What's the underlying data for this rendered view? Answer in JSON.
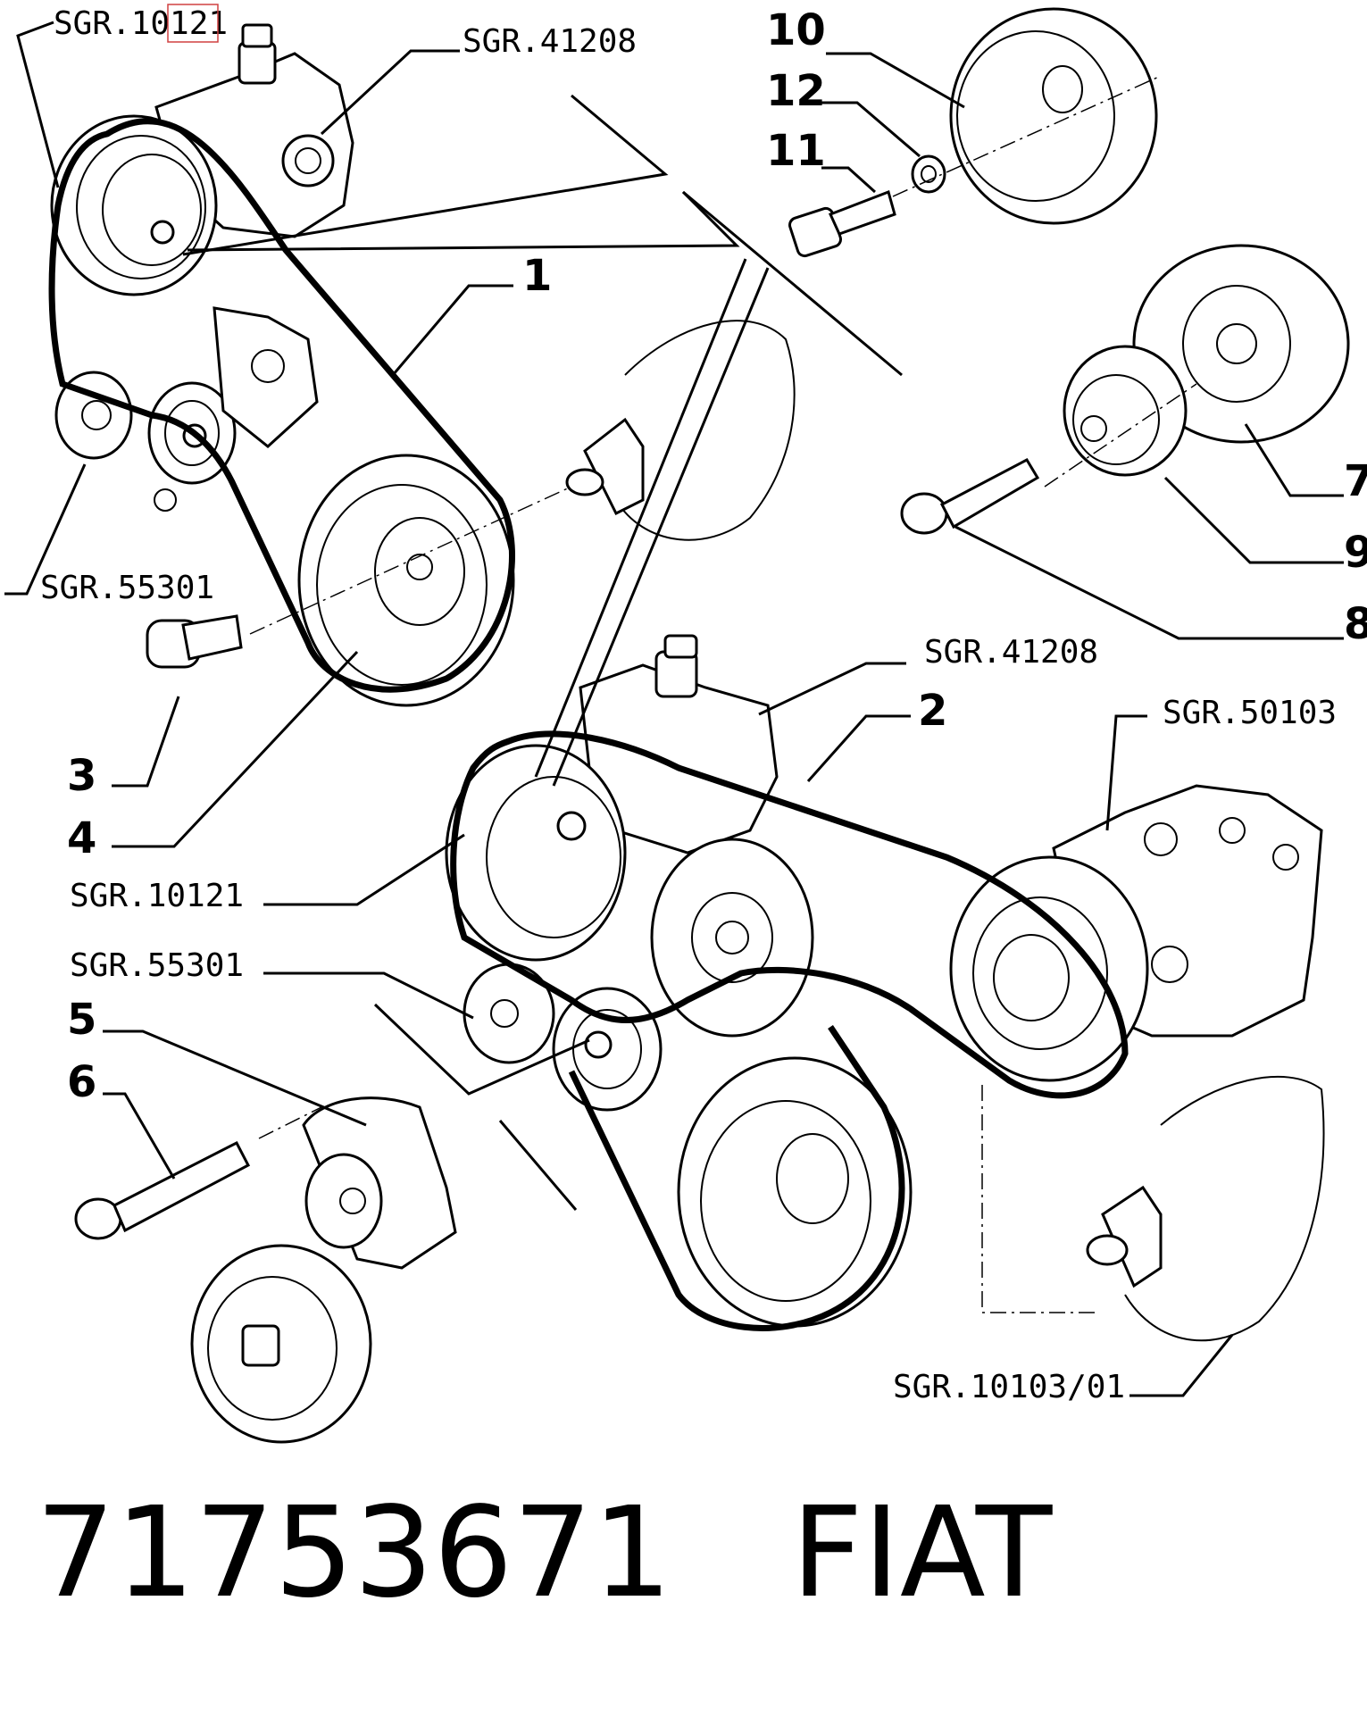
{
  "refs": {
    "sgr_10121_top_prefix": "SGR.10",
    "sgr_10121_top_suffix": "121",
    "sgr_41208_top": "SGR.41208",
    "sgr_55301_top": "SGR.55301",
    "sgr_41208_mid": "SGR.41208",
    "sgr_50103": "SGR.50103",
    "sgr_10121_mid": "SGR.10121",
    "sgr_55301_mid": "SGR.55301",
    "sgr_10103_01": "SGR.10103/01"
  },
  "numbers": {
    "n1": "1",
    "n2": "2",
    "n3": "3",
    "n4": "4",
    "n5": "5",
    "n6": "6",
    "n7": "7",
    "n8": "8",
    "n9": "9",
    "n10": "10",
    "n11": "11",
    "n12": "12"
  },
  "caption": {
    "part_number": "71753671",
    "brand": "FIAT"
  },
  "colors": {
    "ink": "#000000",
    "highlight": "#d04040"
  }
}
